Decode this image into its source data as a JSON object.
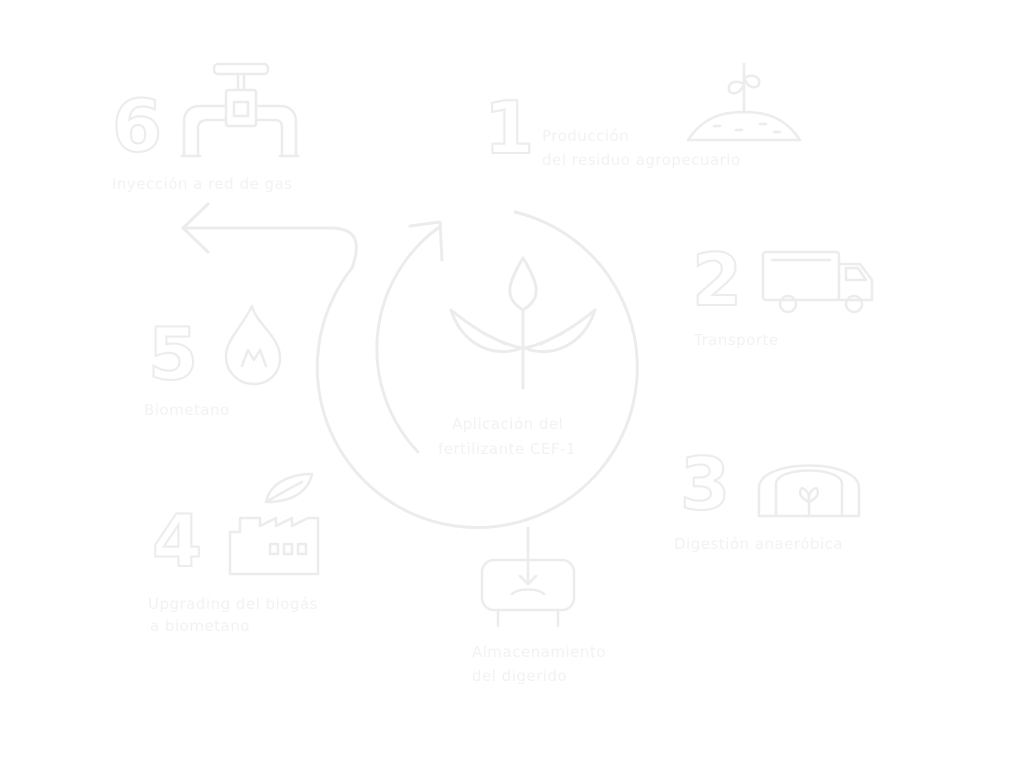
{
  "center": {
    "line1": "Aplicación del",
    "line2": "fertilizante CEF-1"
  },
  "steps": [
    {
      "num": "1",
      "label_lines": [
        "Producción",
        "del residuo agropecuario"
      ],
      "icon": "plant-sprout-icon"
    },
    {
      "num": "2",
      "label_lines": [
        "Transporte"
      ],
      "icon": "truck-icon"
    },
    {
      "num": "3",
      "label_lines": [
        "Digestión anaeróbica"
      ],
      "icon": "greenhouse-icon"
    },
    {
      "num": "4",
      "label_lines": [
        "Upgrading del biogás",
        "a biometano"
      ],
      "icon": "factory-leaf-icon"
    },
    {
      "num": "5",
      "label_lines": [
        "Biometano"
      ],
      "icon": "flame-icon"
    },
    {
      "num": "6",
      "label_lines": [
        "Inyección a red de gas"
      ],
      "icon": "pipe-valve-icon"
    }
  ],
  "storage": {
    "label_lines": [
      "Almacenamiento",
      "del digerido"
    ],
    "icon": "tank-icon"
  },
  "colors": {
    "line": "#ececec",
    "text": "#f2f2f2",
    "background": "#ffffff"
  }
}
